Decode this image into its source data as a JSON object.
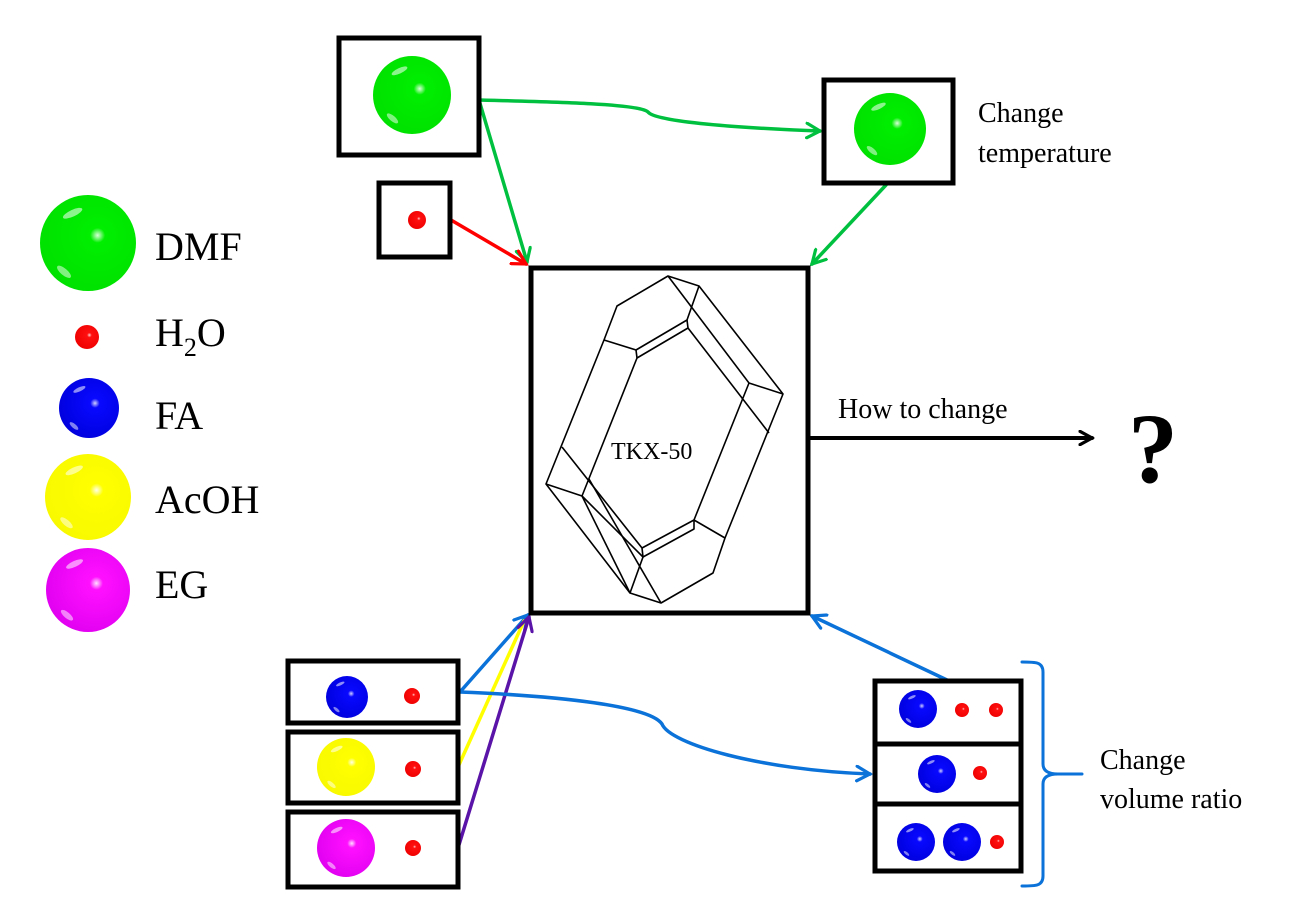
{
  "legend": [
    {
      "id": "dmf",
      "label": "DMF",
      "color": "#00e600"
    },
    {
      "id": "h2o",
      "label": "H",
      "sub": "2",
      "label_after": "O",
      "color": "#ff0000"
    },
    {
      "id": "fa",
      "label": "FA",
      "color": "#0000ee"
    },
    {
      "id": "acoh",
      "label": "AcOH",
      "color": "#ffff00"
    },
    {
      "id": "eg",
      "label": "EG",
      "color": "#ff00ff"
    }
  ],
  "center": {
    "label": "TKX-50"
  },
  "notes": {
    "temperature_line1": "Change",
    "temperature_line2": "temperature",
    "how_to_change": "How to change",
    "question": "?",
    "volume_line1": "Change",
    "volume_line2": "volume ratio"
  },
  "colors": {
    "green_arrow": "#00c040",
    "red_arrow": "#ff0000",
    "blue_arrow": "#0a72d8",
    "yellow_arrow": "#ffff00",
    "purple_arrow": "#5a14a8",
    "black_arrow": "#000000"
  },
  "solvent_mixtures": [
    {
      "name": "FA + H2O",
      "components": [
        "fa",
        "h2o"
      ]
    },
    {
      "name": "AcOH + H2O",
      "components": [
        "acoh",
        "h2o"
      ]
    },
    {
      "name": "EG + H2O",
      "components": [
        "eg",
        "h2o"
      ]
    }
  ],
  "volume_ratios": [
    {
      "name": "1 FA : 2 H2O",
      "components": [
        "fa",
        "h2o",
        "h2o"
      ]
    },
    {
      "name": "1 FA : 1 H2O",
      "components": [
        "fa",
        "h2o"
      ]
    },
    {
      "name": "2 FA : 1 H2O",
      "components": [
        "fa",
        "fa",
        "h2o"
      ]
    }
  ]
}
